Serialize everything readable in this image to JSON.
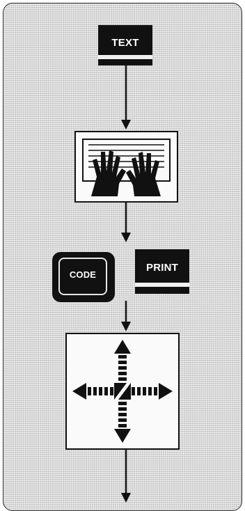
{
  "blocks": {
    "text_label": "TEXT",
    "code_label": "CODE",
    "print_label": "PRINT"
  },
  "icons": {
    "keyboard": "hands-on-keyboard-icon",
    "cross": "four-way-arrows-icon"
  },
  "colors": {
    "ink": "#111111",
    "panel": "#c9c9c9",
    "paper": "#fafafa"
  }
}
